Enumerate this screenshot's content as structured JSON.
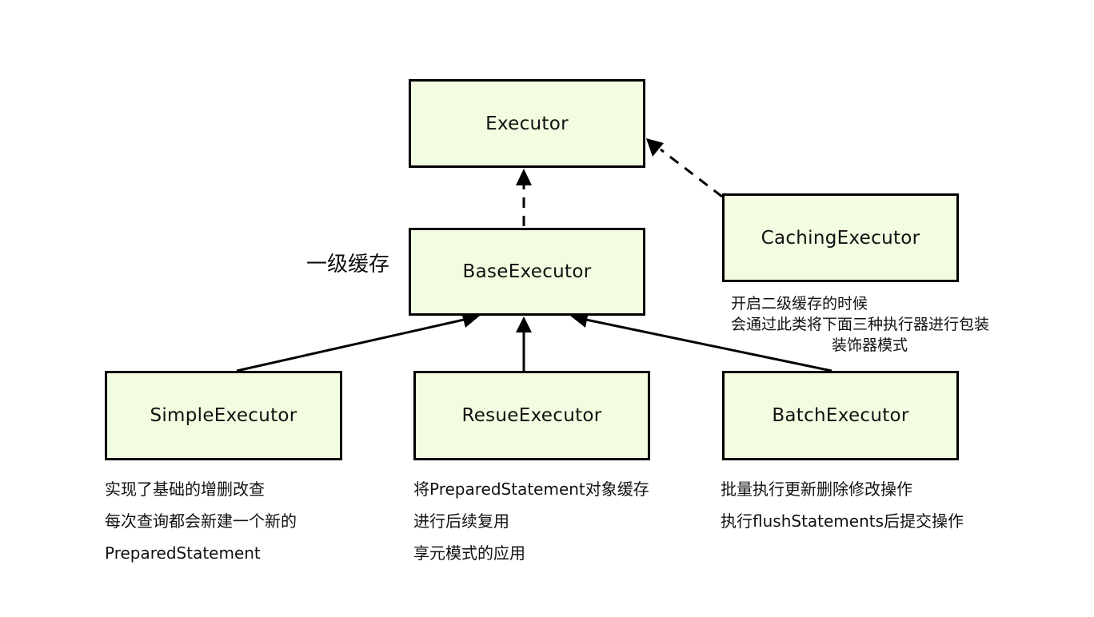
{
  "nodes": {
    "executor": "Executor",
    "base": "BaseExecutor",
    "caching": "CachingExecutor",
    "simple": "SimpleExecutor",
    "reuse": "ResueExecutor",
    "batch": "BatchExecutor"
  },
  "labels": {
    "first_level_cache": "一级缓存"
  },
  "notes": {
    "caching": [
      "开启二级缓存的时候",
      "会通过此类将下面三种执行器进行包装",
      "装饰器模式"
    ],
    "simple": [
      "实现了基础的增删改查",
      "每次查询都会新建一个新的",
      "PreparedStatement"
    ],
    "reuse": [
      "将PreparedStatement对象缓存",
      "进行后续复用",
      "享元模式的应用"
    ],
    "batch": [
      "批量执行更新删除修改操作",
      "执行flushStatements后提交操作"
    ]
  },
  "edges": [
    {
      "from": "base",
      "to": "executor",
      "style": "dashed",
      "type": "realization"
    },
    {
      "from": "caching",
      "to": "executor",
      "style": "dashed",
      "type": "realization"
    },
    {
      "from": "simple",
      "to": "base",
      "style": "solid",
      "type": "inheritance"
    },
    {
      "from": "reuse",
      "to": "base",
      "style": "solid",
      "type": "inheritance"
    },
    {
      "from": "batch",
      "to": "base",
      "style": "solid",
      "type": "inheritance"
    }
  ],
  "colors": {
    "node_fill": "#F2FCE0",
    "stroke": "#000000"
  }
}
